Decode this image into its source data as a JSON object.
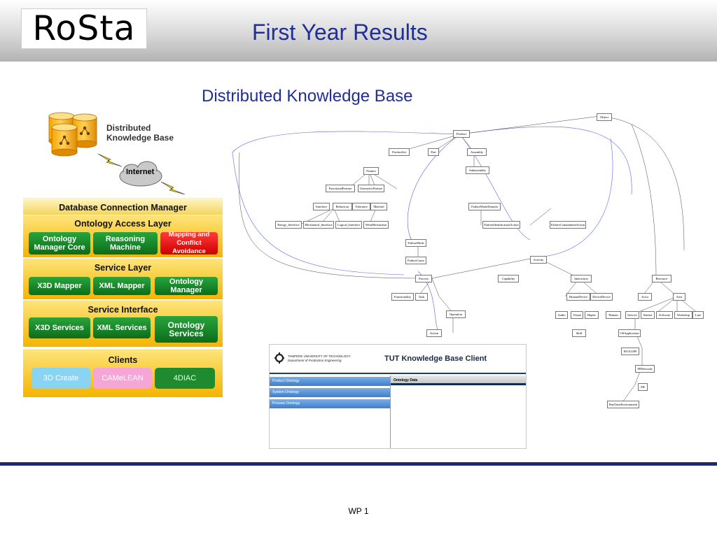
{
  "header": {
    "logo_text": "RoSta",
    "title": "First Year Results"
  },
  "subtitle": "Distributed Knowledge Base",
  "architecture": {
    "db_label_line1": "Distributed",
    "db_label_line2": "Knowledge Base",
    "internet_label": "Internet",
    "connection_manager": "Database Connection Manager",
    "access_layer": {
      "title": "Ontology Access Layer",
      "items": [
        "Ontology Manager Core",
        "Reasoning Machine",
        "Mapping and Conflict Avoidance"
      ]
    },
    "service_layer": {
      "title": "Service Layer",
      "items": [
        "X3D Mapper",
        "XML Mapper",
        "Ontology Manager"
      ]
    },
    "service_interface": {
      "title": "Service Interface",
      "items": [
        "X3D Services",
        "XML Services",
        "Ontology Services"
      ]
    },
    "clients": {
      "title": "Clients",
      "items": [
        "3D Create",
        "CAMeLEAN",
        "4DIAC"
      ]
    },
    "colors": {
      "band": "#f5b400",
      "green": "#0a6d1a",
      "red": "#cc0000",
      "client1": "#88d4f2",
      "client2": "#f6a6d6",
      "client3": "#1f8a2e"
    }
  },
  "ontology": {
    "nodes": [
      "Object",
      "Product",
      "ProductSet",
      "Part",
      "Assembly",
      "Subassembly",
      "Feature",
      "FunctionalFeature",
      "GeometricFeature",
      "Interface",
      "Behaviour",
      "Tolerance",
      "Material",
      "Energy_Interface",
      "Mechanical_Interface",
      "Logical_Interface",
      "WearMechanism",
      "FailureMode",
      "FailureCause",
      "FailureModeDomain",
      "FailureIdentificationAction",
      "FailureContainmentAction",
      "Activity",
      "Process",
      "Capability",
      "Task",
      "Functionality",
      "Operation",
      "Action",
      "Interaction",
      "HumanDevice",
      "DeviceDevice",
      "Resource",
      "Actor",
      "Area",
      "Skill",
      "Service",
      "Station",
      "Software",
      "Workshop",
      "Line",
      "OSApplication",
      "IEC61499",
      "FBNetwork",
      "FB",
      "RunTimeEnvironment",
      "Audio",
      "Visual",
      "Haptic",
      "Human"
    ]
  },
  "tut_client": {
    "university_line1": "TAMPERE UNIVERSITY OF TECHNOLOGY",
    "university_line2": "Department of Production Engineering",
    "title": "TUT Knowledge Base Client",
    "nav": [
      "Product Ontology",
      "System Ontology",
      "Process Ontology"
    ],
    "panel_header": "Ontology Data"
  },
  "footer": "WP 1"
}
